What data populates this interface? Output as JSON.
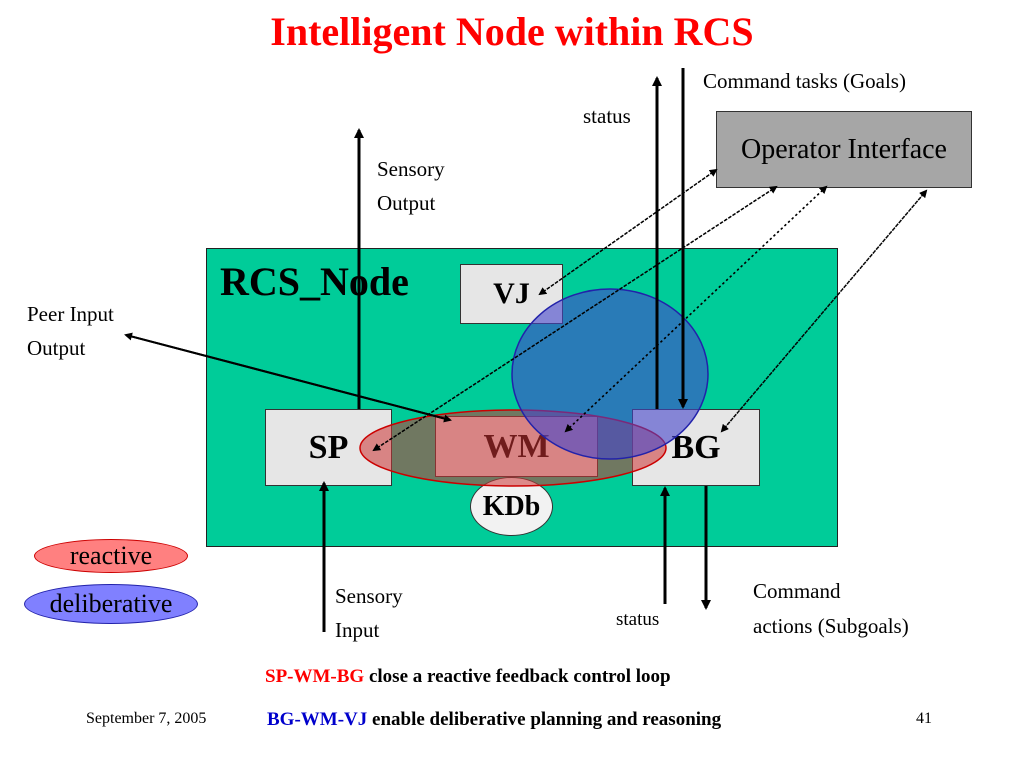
{
  "title": "Intelligent Node within RCS",
  "operator_interface": "Operator Interface",
  "rcs_node": {
    "title": "RCS_Node",
    "vj": "VJ",
    "sp": "SP",
    "wm": "WM",
    "bg": "BG",
    "kdb": "KDb"
  },
  "labels": {
    "command_tasks": "Command tasks (Goals)",
    "status_top": "status",
    "sensory_output_1": "Sensory",
    "sensory_output_2": "Output",
    "peer_io_1": "Peer Input",
    "peer_io_2": "Output",
    "sensory_input_1": "Sensory",
    "sensory_input_2": "Input",
    "status_bottom": "status",
    "command_actions_1": "Command",
    "command_actions_2": "actions (Subgoals)"
  },
  "legend": {
    "reactive": "reactive",
    "deliberative": "deliberative",
    "reactive_color": "#ff8080",
    "deliberative_color": "#8080ff"
  },
  "captions": {
    "line1_lead": "SP-WM-BG",
    "line1_rest": " close a reactive feedback control loop",
    "line2_lead": "BG-WM-VJ",
    "line2_rest": " enable deliberative planning and reasoning"
  },
  "footer": {
    "date": "September 7, 2005",
    "page": "41"
  },
  "colors": {
    "title": "#ff0000",
    "panel": "#00cc99",
    "operator_box": "#a6a6a6",
    "module_box": "#e6e6e6"
  }
}
